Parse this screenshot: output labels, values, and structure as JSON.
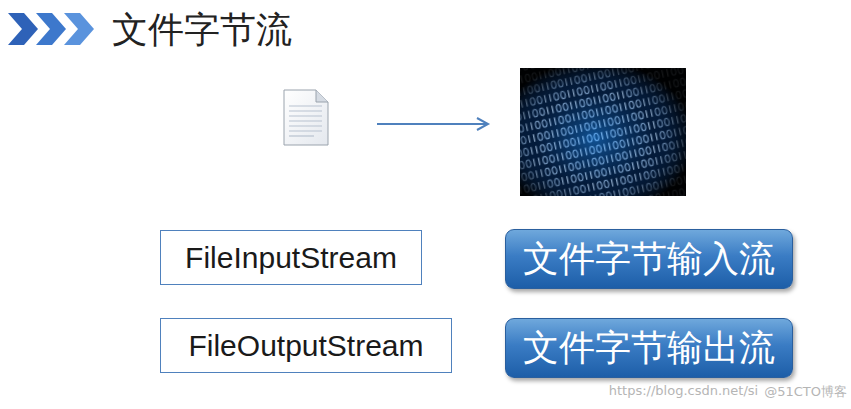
{
  "diagram": {
    "title": "文件字节流",
    "nodes": [
      {
        "text": [
          "FileInputStream"
        ]
      },
      {
        "text": [
          "文件字节输入流"
        ]
      },
      {
        "text": [
          "FileOutputStream"
        ]
      },
      {
        "text": [
          "文件字节输出流"
        ]
      }
    ],
    "labels": [
      "https://blog.csdn.net/si",
      "@51CTO博客"
    ]
  }
}
